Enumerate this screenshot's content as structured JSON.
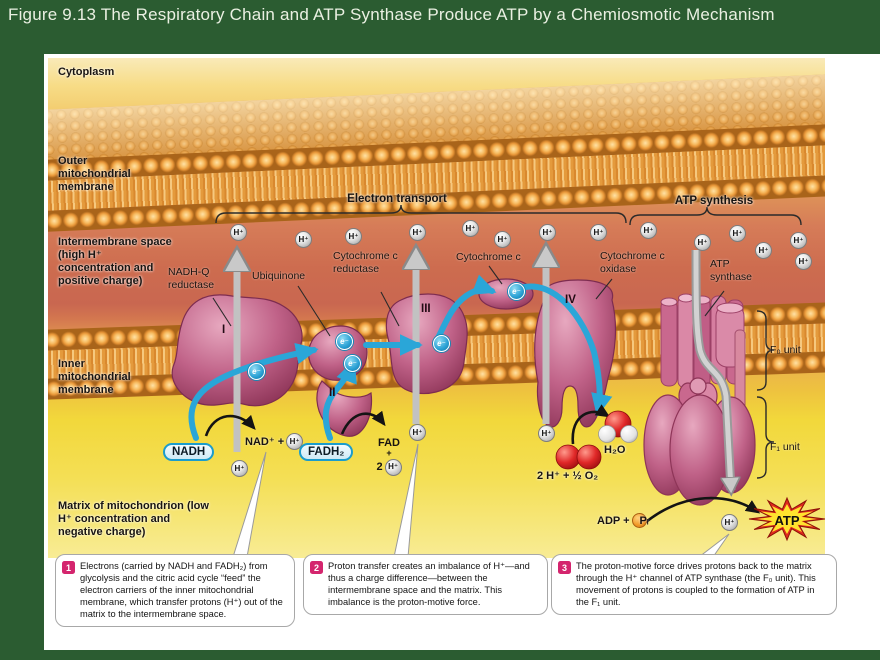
{
  "slide": {
    "title": "Figure 9.13  The Respiratory Chain and ATP Synthase Produce ATP by a Chemiosmotic Mechanism"
  },
  "colors": {
    "accent_green": "#2b5c31",
    "membrane_orange": "#eda04a",
    "complex_pink": "#c05e86",
    "electron_blue": "#2aa6d8",
    "intermembrane_salmon": "#cd6c4f",
    "matrix_yellow": "#f2d83b",
    "callout_number_pink": "#d4256e",
    "atp_burst_red": "#e02a1e",
    "atp_burst_yellow": "#ffe32e"
  },
  "region_labels": {
    "cytoplasm": "Cytoplasm",
    "outer_membrane": "Outer mitochondrial membrane",
    "intermembrane_space": "Intermembrane space (high H⁺ concentration and positive charge)",
    "inner_membrane": "Inner mitochondrial membrane",
    "matrix": "Matrix of mitochondrion (low H⁺ concentration and negative charge)"
  },
  "process_labels": {
    "electron_transport": "Electron transport",
    "atp_synthesis": "ATP synthesis"
  },
  "protein_labels": {
    "nadh_q_reductase": "NADH-Q reductase",
    "ubiquinone": "Ubiquinone",
    "cytochrome_c_reductase": "Cytochrome c reductase",
    "cytochrome_c": "Cytochrome c",
    "cytochrome_c_oxidase": "Cytochrome c oxidase",
    "atp_synthase": "ATP synthase",
    "complex_i": "I",
    "complex_ii": "II",
    "complex_iii": "III",
    "complex_iv": "IV",
    "f0_unit": "F₀ unit",
    "f1_unit": "F₁ unit"
  },
  "molecule_labels": {
    "nadh": "NADH",
    "nad_product": "NAD⁺ +",
    "fadh2": "FADH₂",
    "fad": "FAD",
    "plus": "+",
    "two": "2",
    "h_plus": "H⁺",
    "electron": "e⁻",
    "oxygen_reaction": "2 H⁺ + ½ O₂",
    "water": "H₂O",
    "adp": "ADP +",
    "pi": "Pᵢ",
    "atp": "ATP"
  },
  "callouts": [
    {
      "number": "1",
      "text": "Electrons (carried by NADH and FADH₂) from glycolysis and the citric acid cycle “feed” the electron carriers of the inner mitochondrial membrane, which transfer protons (H⁺) out of  the matrix to the intermembrane space."
    },
    {
      "number": "2",
      "text": "Proton transfer creates an imbalance of H⁺—and thus a charge difference—between the intermembrane space and the matrix. This imbalance is the proton-motive force."
    },
    {
      "number": "3",
      "text": "The proton-motive force drives protons back to the matrix through the H⁺ channel of ATP synthase (the F₀ unit). This movement of protons is coupled to the formation of ATP in the F₁ unit."
    }
  ]
}
